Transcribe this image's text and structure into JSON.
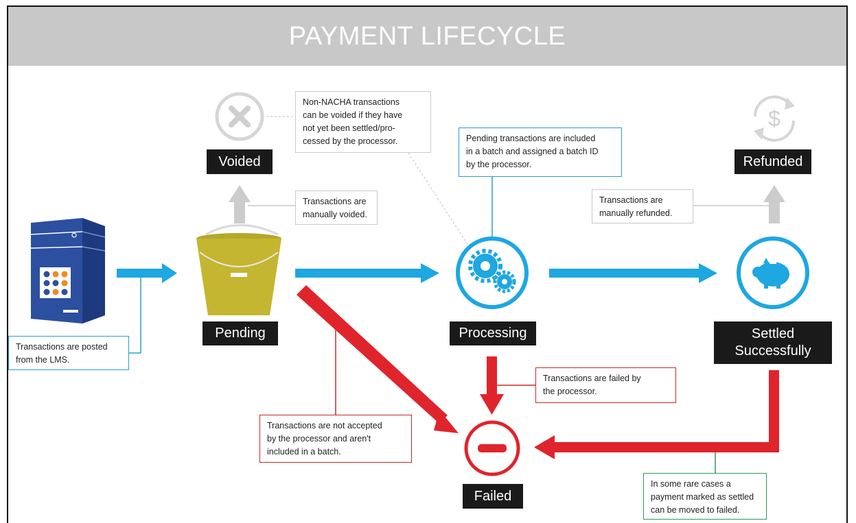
{
  "header": {
    "title": "PAYMENT LIFECYCLE"
  },
  "states": {
    "voided": "Voided",
    "pending": "Pending",
    "processing": "Processing",
    "refunded": "Refunded",
    "settled": "Settled\nSuccessfully",
    "failed": "Failed"
  },
  "notes": {
    "posted": "Transactions are posted\nfrom the LMS.",
    "non_nacha": "Non-NACHA transactions\ncan be voided if they have\nnot yet been settled/pro-\ncessed by the processor.",
    "manually_voided": "Transactions are\nmanually voided.",
    "batched": "Pending transactions are included\nin a batch and assigned a batch ID\nby the processor.",
    "manually_refunded": "Transactions are\nmanually refunded.",
    "failed_by_processor": "Transactions are failed by\nthe processor.",
    "not_accepted": "Transactions are not accepted\nby the processor and aren't\nincluded in a batch.",
    "rare_cases": "In some rare cases a\npayment marked as settled\ncan be moved to failed."
  },
  "colors": {
    "blue": "#1ea7e1",
    "red": "#e0242c",
    "gray": "#cccccc",
    "dark": "#1a1a1a"
  },
  "icons": [
    "server-icon",
    "bucket-icon",
    "gears-icon",
    "piggy-bank-icon",
    "x-circle-icon",
    "refund-dollar-icon",
    "minus-circle-icon"
  ]
}
